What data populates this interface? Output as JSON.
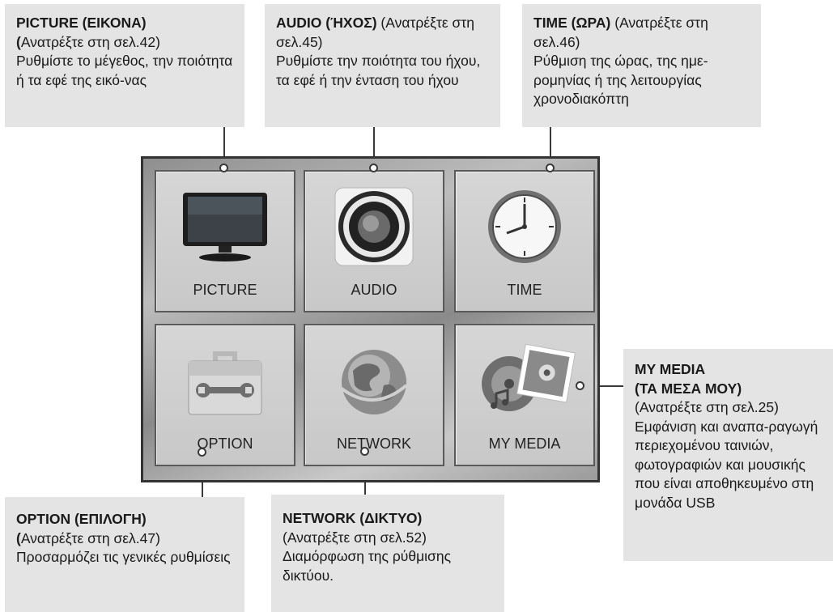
{
  "callouts": {
    "picture": {
      "title": "PICTURE (ΕΙΚΟΝΑ)",
      "ref_bold": "(",
      "ref": "Ανατρέξτε στη σελ.42)",
      "desc": "Ρυθμίστε το μέγεθος, την ποιότητα ή τα εφέ της εικό-νας"
    },
    "audio": {
      "title": "AUDIO (ΉΧΟΣ)",
      "ref": "(Ανατρέξτε στη σελ.45)",
      "desc": "Ρυθμίστε την ποιότητα του ήχου, τα εφέ ή την ένταση του ήχου"
    },
    "time": {
      "title": "TIME (ΩΡΑ)",
      "ref": "(Ανατρέξτε στη σελ.46)",
      "desc": "Ρύθμιση της ώρας, της ημε-ρομηνίας ή της λειτουργίας χρονοδιακόπτη"
    },
    "option": {
      "title": "OPTION (ΕΠΙΛΟΓΗ)",
      "ref_bold": "(",
      "ref": "Ανατρέξτε στη σελ.47)",
      "desc": "Προσαρμόζει τις γενικές ρυθμίσεις"
    },
    "network": {
      "title": "NETWORK (ΔΙΚΤΥΟ)",
      "ref": "(Ανατρέξτε στη σελ.52)",
      "desc": "Διαμόρφωση της ρύθμισης δικτύου."
    },
    "mymedia": {
      "title_line1": "MY MEDIA",
      "title_line2": "(ΤΑ ΜΕΣΑ ΜΟΥ)",
      "ref": "(Ανατρέξτε στη σελ.25)",
      "desc": "Εμφάνιση και αναπα-ραγωγή περιεχομένου ταινιών, φωτογραφιών και μουσικής που είναι αποθηκευμένο στη μονάδα USB"
    }
  },
  "menu": {
    "tiles": [
      {
        "label": "PICTURE",
        "icon": "tv-icon"
      },
      {
        "label": "AUDIO",
        "icon": "speaker-icon"
      },
      {
        "label": "TIME",
        "icon": "clock-icon"
      },
      {
        "label": "OPTION",
        "icon": "toolbox-icon"
      },
      {
        "label": "NETWORK",
        "icon": "globe-icon"
      },
      {
        "label": "MY MEDIA",
        "icon": "media-icon"
      }
    ]
  }
}
